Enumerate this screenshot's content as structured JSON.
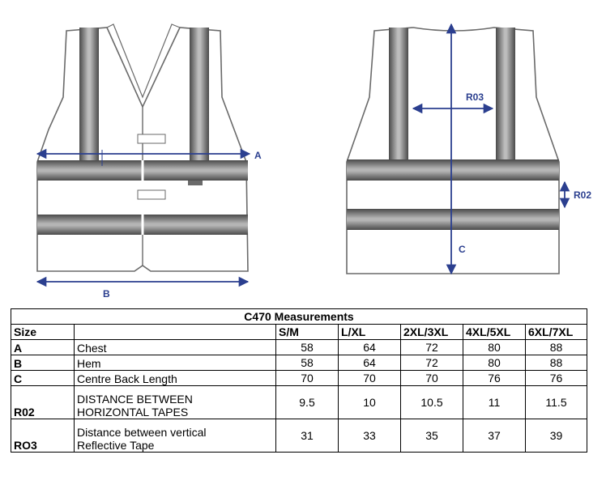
{
  "diagram": {
    "labels": {
      "a": "A",
      "b": "B",
      "c": "C",
      "r02": "R02",
      "r03": "R03"
    },
    "colors": {
      "tape": "#7d7d7d",
      "outline": "#6a6a6a",
      "dimension": "#2b3f8f"
    }
  },
  "table": {
    "title": "C470 Measurements",
    "size_header": "Size",
    "description_header": "",
    "size_columns": [
      "S/M",
      "L/XL",
      "2XL/3XL",
      "4XL/5XL",
      "6XL/7XL"
    ],
    "rows": [
      {
        "code": "A",
        "desc": [
          "Chest"
        ],
        "values": [
          "58",
          "64",
          "72",
          "80",
          "88"
        ]
      },
      {
        "code": "B",
        "desc": [
          "Hem"
        ],
        "values": [
          "58",
          "64",
          "72",
          "80",
          "88"
        ]
      },
      {
        "code": "C",
        "desc": [
          "Centre Back Length"
        ],
        "values": [
          "70",
          "70",
          "70",
          "76",
          "76"
        ]
      },
      {
        "code": "R02",
        "desc": [
          "DISTANCE BETWEEN",
          "HORIZONTAL TAPES"
        ],
        "values": [
          "9.5",
          "10",
          "10.5",
          "11",
          "11.5"
        ]
      },
      {
        "code": "RO3",
        "desc": [
          "Distance between vertical",
          "Reflective Tape"
        ],
        "values": [
          "31",
          "33",
          "35",
          "37",
          "39"
        ]
      }
    ]
  }
}
